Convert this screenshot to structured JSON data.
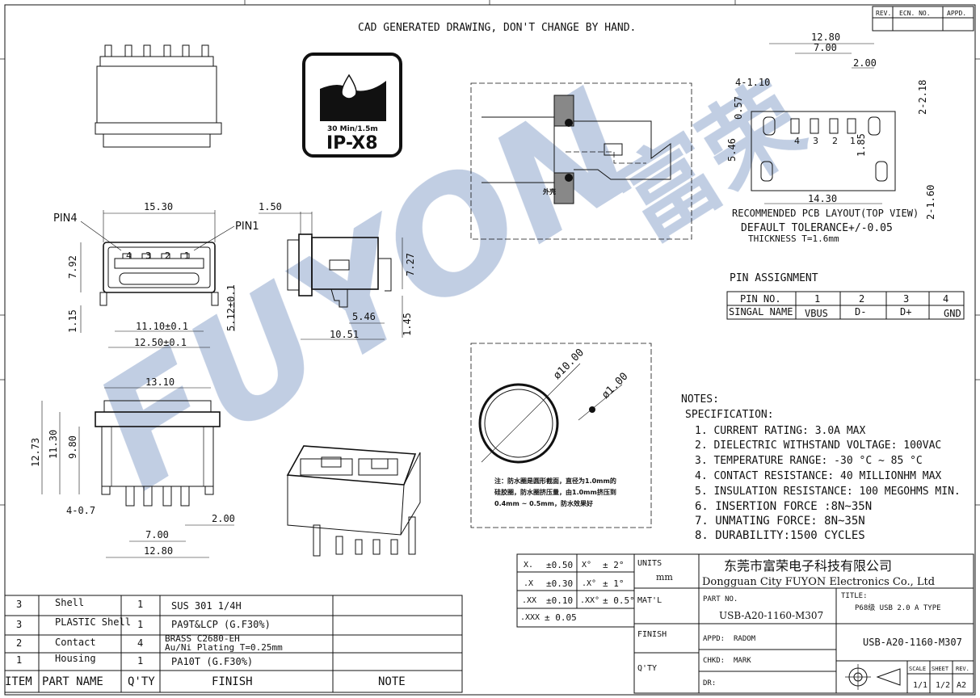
{
  "header_note": "CAD GENERATED DRAWING, DON'T CHANGE BY HAND.",
  "revision_block": {
    "rev": "REV.",
    "ecn": "ECN. NO.",
    "appd": "APPD."
  },
  "ip_badge": {
    "line1": "30 Min/1.5m",
    "line2": "IP-X8"
  },
  "watermark": {
    "text": "FUYON",
    "cjk": "富荣"
  },
  "front_view": {
    "pin4": "PIN4",
    "pin1": "PIN1",
    "pins": [
      "4",
      "3",
      "2",
      "1"
    ],
    "dims": {
      "width": "15.30",
      "height": "7.92",
      "bottom": "1.15",
      "inner": "11.10±0.1",
      "outer": "12.50±0.1",
      "side": "5.12±0.1"
    }
  },
  "side_view": {
    "dims": {
      "top": "1.50",
      "height": "7.27",
      "inner": "5.46",
      "width": "10.51",
      "bottom": "1.45"
    }
  },
  "bottom_view": {
    "dims": {
      "top": "13.10",
      "h1": "12.73",
      "h2": "11.30",
      "h3": "9.80",
      "hole": "4-0.7",
      "pitch": "2.00",
      "inner": "7.00",
      "outer": "12.80"
    }
  },
  "seal_view": {
    "cjk_label": "外壳"
  },
  "gasket_view": {
    "d1": "ø10.00",
    "d2": "ø1.00",
    "note_lines": [
      "注：防水圈是圆形截面，直径为1.0mm的",
      "硅胶圈，防水圈挤压量，由1.0mm挤压到",
      "0.4mm ~ 0.5mm，防水效果好"
    ]
  },
  "pcb_layout": {
    "dims": {
      "w1": "12.80",
      "w2": "7.00",
      "pitch": "2.00",
      "slot": "4-1.10",
      "h1": "0.57",
      "side": "2-2.18",
      "h2": "5.46",
      "pad": "1.85",
      "w3": "14.30",
      "side2": "2-1.60"
    },
    "pins": [
      "4",
      "3",
      "2",
      "1"
    ],
    "caption": "RECOMMENDED PCB LAYOUT(TOP VIEW)",
    "tolerance": "DEFAULT TOLERANCE+/-0.05",
    "thickness": "THICKNESS T=1.6mm"
  },
  "pin_assignment": {
    "title": "PIN ASSIGNMENT",
    "header": [
      "PIN NO.",
      "1",
      "2",
      "3",
      "4"
    ],
    "row": [
      "SINGAL NAME",
      "VBUS",
      "D-",
      "D+",
      "GND"
    ]
  },
  "notes": {
    "title": "NOTES:",
    "subtitle": "SPECIFICATION:",
    "items": [
      "1. CURRENT RATING: 3.0A MAX",
      "2. DIELECTRIC WITHSTAND VOLTAGE: 100VAC",
      "3. TEMPERATURE RANGE: -30 °C ~ 85 °C",
      "4. CONTACT RESISTANCE: 40 MILLIONHM MAX",
      "5. INSULATION RESISTANCE: 100 MEGOHMS MIN.",
      "6. INSERTION FORCE :8N~35N",
      "7. UNMATING FORCE: 8N~35N",
      "8. DURABILITY:1500 CYCLES"
    ]
  },
  "bom": {
    "rows": [
      [
        "3",
        "Shell",
        "1",
        "SUS 301 1/4H",
        ""
      ],
      [
        "3",
        "PLASTIC Shell",
        "1",
        "PA9T&LCP (G.F30%)",
        ""
      ],
      [
        "2",
        "Contact",
        "4",
        "BRASS C2680-EH",
        ""
      ],
      [
        "1",
        "Housing",
        "1",
        "PA10T (G.F30%)",
        ""
      ]
    ],
    "plating": "Au/Ni  Plating  T=0.25mm",
    "header": [
      "ITEM",
      "PART NAME",
      "Q'TY",
      "FINISH",
      "NOTE"
    ]
  },
  "tolerance_block": {
    "rows": [
      [
        "X.",
        "±0.50",
        "X°",
        "± 2°"
      ],
      [
        ".X",
        "±0.30",
        ".X°",
        "± 1°"
      ],
      [
        ".XX",
        "±0.10",
        ".XX°",
        "± 0.5°"
      ],
      [
        ".XXX",
        "± 0.05",
        "",
        ""
      ]
    ]
  },
  "title_block": {
    "units_label": "UNITS",
    "units": "mm",
    "matl": "MAT'L",
    "finish": "FINISH",
    "qty": "Q'TY",
    "company_cn": "东莞市富荣电子科技有限公司",
    "company_en": "Dongguan City FUYON Electronics Co., Ltd",
    "part_no_label": "PART  NO.",
    "part_no": "USB-A20-1160-M307",
    "title_label": "TITLE:",
    "title": "P68级  USB 2.0 A TYPE",
    "appd_label": "APPD:",
    "appd": "RADOM",
    "chkd_label": "CHKD:",
    "chkd": "MARK",
    "dr_label": "DR:",
    "drawing_no": "USB-A20-1160-M307",
    "scale_label": "SCALE",
    "sheet_label": "SHEET",
    "rev_label": "REV.",
    "scale": "1/1",
    "sheet": "1/2",
    "rev": "A2"
  }
}
